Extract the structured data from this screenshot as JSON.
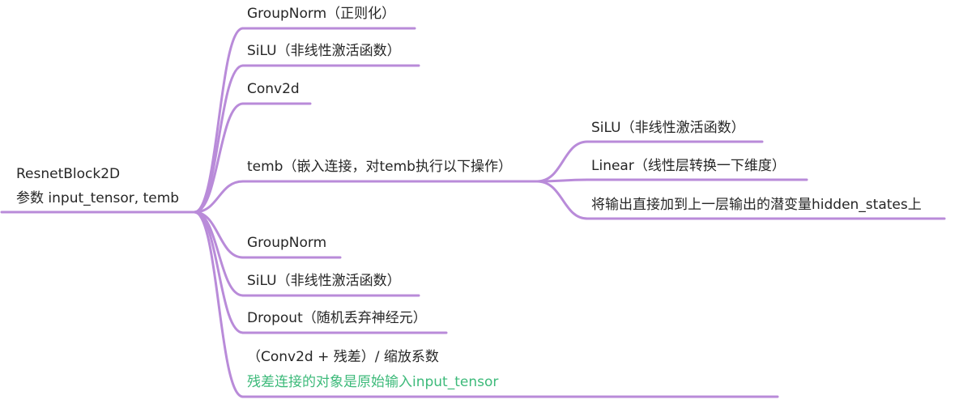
{
  "colors": {
    "branch": "#b98bd9",
    "text": "#262626",
    "note": "#3dba7a"
  },
  "root": {
    "title": "ResnetBlock2D",
    "params": "参数 input_tensor, temb"
  },
  "children": [
    {
      "label": "GroupNorm（正则化）"
    },
    {
      "label": "SiLU（非线性激活函数）"
    },
    {
      "label": "Conv2d"
    },
    {
      "label": "temb（嵌入连接，对temb执行以下操作）",
      "children": [
        {
          "label": "SiLU（非线性激活函数）"
        },
        {
          "label": "Linear（线性层转换一下维度）"
        },
        {
          "label": "将输出直接加到上一层输出的潜变量hidden_states上"
        }
      ]
    },
    {
      "label": "GroupNorm"
    },
    {
      "label": "SiLU（非线性激活函数）"
    },
    {
      "label": "Dropout（随机丢弃神经元）"
    },
    {
      "label": "（Conv2d + 残差）/ 缩放系数",
      "note": "残差连接的对象是原始输入input_tensor"
    }
  ]
}
